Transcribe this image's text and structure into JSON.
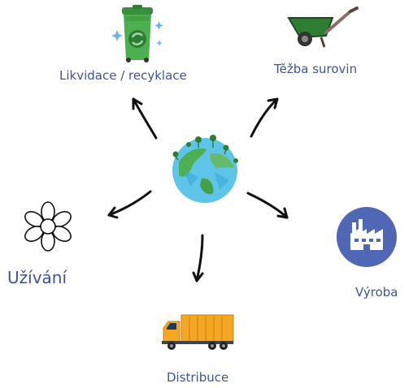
{
  "stages": {
    "recycle": {
      "label": "Likvidace / recyklace",
      "icon": "recycle-bin-icon"
    },
    "extraction": {
      "label": "Těžba surovin",
      "icon": "wheelbarrow-icon"
    },
    "production": {
      "label": "Výroba",
      "icon": "factory-icon"
    },
    "distribution": {
      "label": "Distribuce",
      "icon": "truck-icon"
    },
    "usage": {
      "label": "Užívání",
      "icon": "flower-icon"
    }
  },
  "center": {
    "icon": "globe-icon"
  },
  "colors": {
    "label": "#3e5496",
    "bin": "#4caf50",
    "wheelbarrow": "#2e7d32",
    "factory_circle": "#4f67b5",
    "truck": "#f5a623",
    "arrow": "#111111"
  }
}
